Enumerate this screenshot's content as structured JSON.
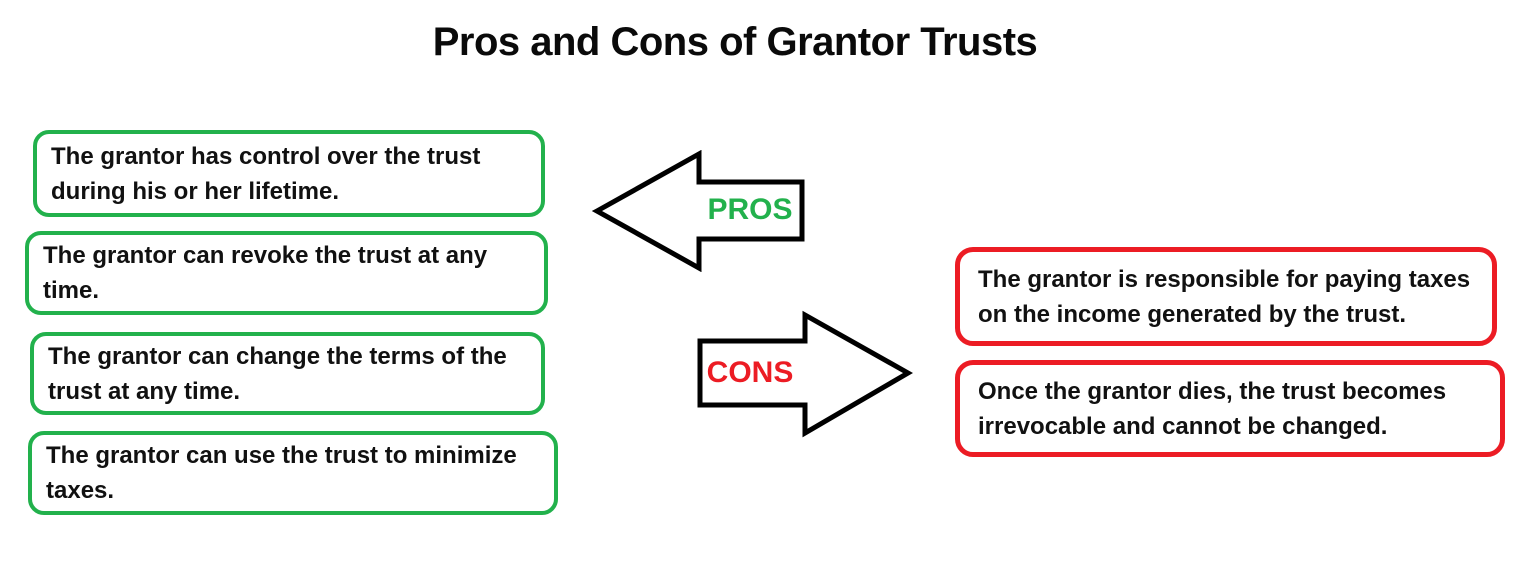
{
  "title": "Pros and Cons of Grantor Trusts",
  "colors": {
    "green": "#22B14C",
    "red": "#EC1C24",
    "arrow_outline": "#000000",
    "background": "#FFFFFF",
    "text": "#111111"
  },
  "pros": {
    "arrow_label": "PROS",
    "arrow_direction": "left",
    "items": [
      "The grantor has control over the trust during his or her lifetime.",
      "The grantor can revoke the trust at any time.",
      "The grantor can change the terms of the trust at any time.",
      "The grantor can use the trust to minimize taxes."
    ]
  },
  "cons": {
    "arrow_label": "CONS",
    "arrow_direction": "right",
    "items": [
      "The grantor is responsible for paying taxes on the income generated by the trust.",
      "Once the grantor dies, the trust becomes irrevocable and cannot be changed."
    ]
  }
}
